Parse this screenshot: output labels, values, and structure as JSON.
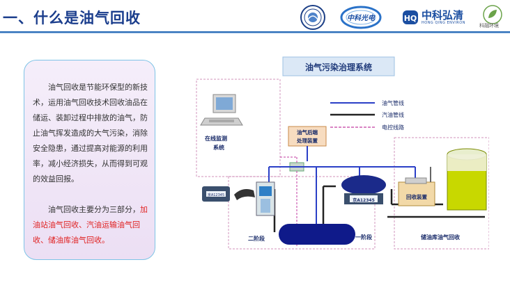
{
  "header": {
    "title": "一、什么是油气回收",
    "logos": {
      "zkgd": "中科光电",
      "hq_cn": "中科弘清",
      "hq_en": "HONG QING ENVIRON",
      "kr": "科融环境"
    }
  },
  "textbox": {
    "p1": "油气回收是节能环保型的新技术，运用油气回收技术回收油品在储运、装卸过程中排放的油气，防止油气挥发造成的大气污染，消除安全隐患，通过提高对能源的利用率，减小经济损失，从而得到可观的效益回报。",
    "p2_intro": "油气回收主要分为三部分，",
    "p2_red": "加油站油气回收、汽油运输油气回收、储油库油气回收。"
  },
  "diagram": {
    "title": "油气污染治理系统",
    "legend": [
      "油气管线",
      "汽油管线",
      "电控线路"
    ],
    "monitor": "在线监测系统",
    "post_device": "油气后端处理装置",
    "stage2": "二阶段",
    "stage1": "一阶段",
    "plate1": "京A12345",
    "plate2": "京A12345",
    "recovery": "回收装置",
    "depot": "储油库油气回收",
    "colors": {
      "vapor": "#2a3fc7",
      "fuel": "#222222",
      "control": "#c23aa0",
      "frame": "#d9a6c8"
    }
  }
}
